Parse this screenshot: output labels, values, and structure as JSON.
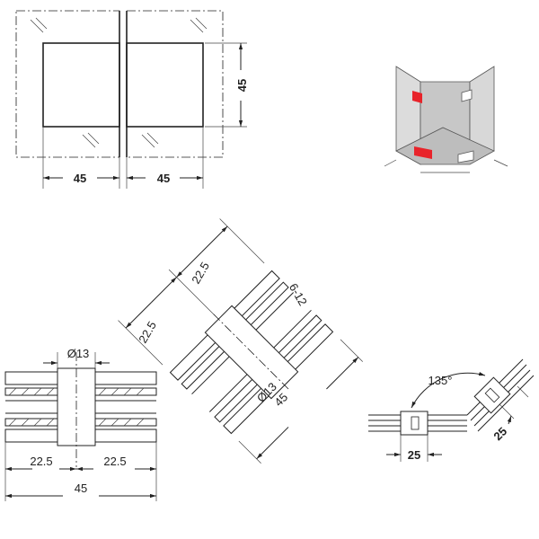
{
  "top_view": {
    "width_left": "45",
    "width_right": "45",
    "height": "45"
  },
  "side_view": {
    "hole_diameter": "Ø13",
    "offset_left": "22.5",
    "offset_right": "22.5",
    "total_width": "45"
  },
  "angled_view": {
    "offset_a": "22.5",
    "offset_b": "22.5",
    "glass_thickness": "6-12",
    "hole_diameter": "Ø13",
    "total_width": "45"
  },
  "plan_view": {
    "angle": "135°",
    "edge_left": "25",
    "edge_right": "25"
  },
  "colors": {
    "highlight": "#e8232a",
    "panel": "#cfcfcf",
    "panel_dark": "#a9a9a9"
  }
}
